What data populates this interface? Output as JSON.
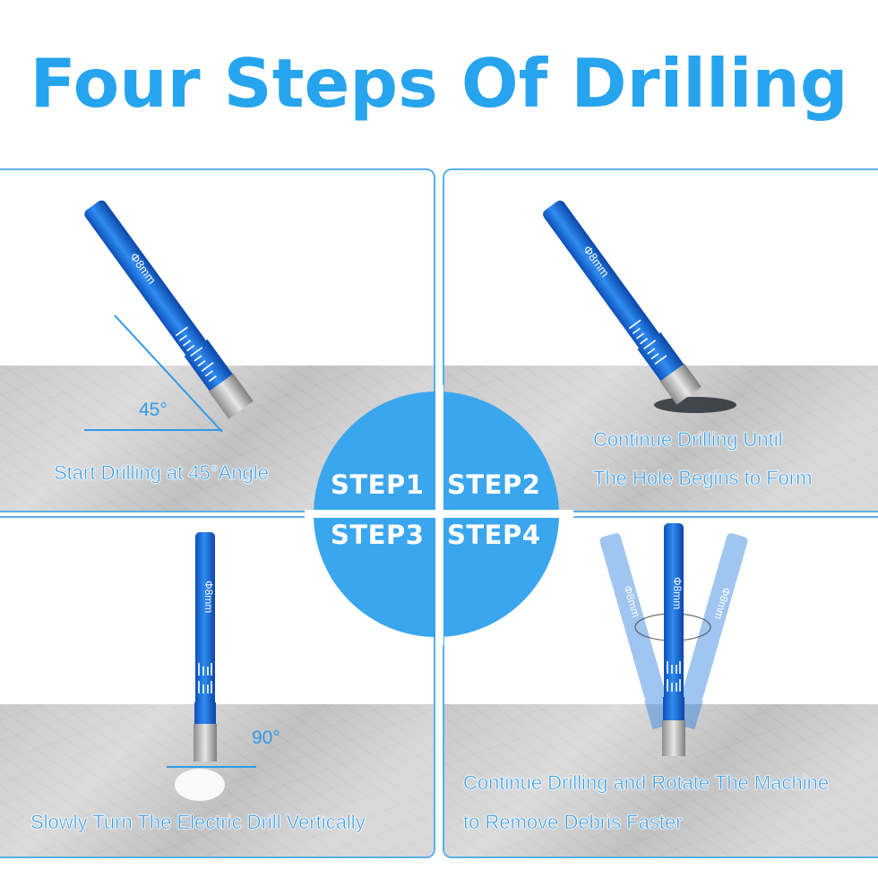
{
  "title": "Four Steps Of Drilling",
  "colors": {
    "accent": "#27a4ee",
    "circle": "#3aa6ee",
    "bit_blue": "#1f6fd6",
    "panel_border": "#5ab0e8"
  },
  "panels": [
    {
      "step": "STEP1",
      "caption_lines": [
        "Start Drilling at 45°Angle"
      ],
      "angle_label": "45°",
      "bit_label": "Φ8mm"
    },
    {
      "step": "STEP2",
      "caption_lines": [
        "Continue Drilling Until",
        "The Hole Begins to Form"
      ],
      "bit_label": "Φ8mm"
    },
    {
      "step": "STEP3",
      "caption_lines": [
        "Slowly Turn The Electric Drill Vertically"
      ],
      "angle_label": "90°",
      "bit_label": "Φ8mm"
    },
    {
      "step": "STEP4",
      "caption_lines": [
        "Continue Drilling and Rotate The Machine",
        "to Remove Debris Faster"
      ],
      "bit_label": "Φ8mm"
    }
  ]
}
